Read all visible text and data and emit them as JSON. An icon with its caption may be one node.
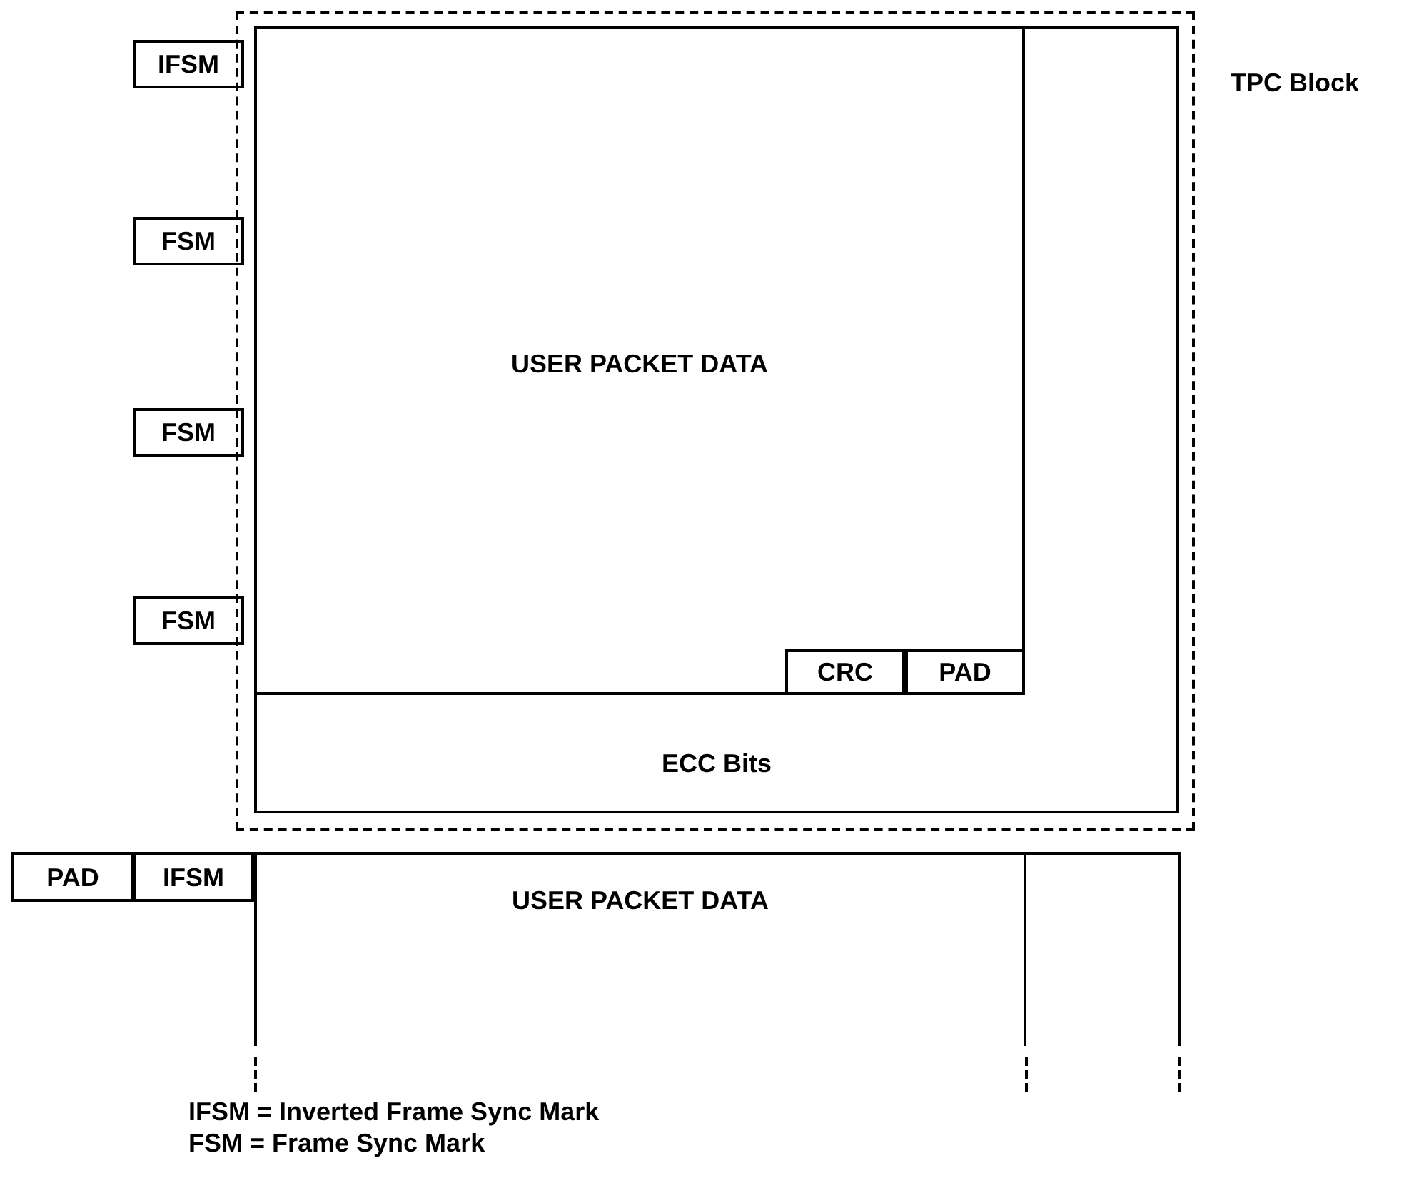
{
  "diagram": {
    "nodes": [
      {
        "text": [
          "TPC Block"
        ]
      },
      {
        "text": [
          "IFSM"
        ]
      },
      {
        "text": [
          "ECC Bits"
        ],
        "in": 0
      },
      {
        "text": [
          "USER PACKET DATA"
        ],
        "in": 2
      },
      {
        "text": [
          "CRC"
        ],
        "in": 3
      },
      {
        "text": [
          "PAD"
        ],
        "in": 3
      },
      {
        "text": [
          "FSM"
        ]
      },
      {
        "text": [
          "FSM"
        ]
      },
      {
        "text": [
          "FSM"
        ]
      },
      {
        "text": [
          "PAD"
        ]
      },
      {
        "text": [
          "IFSM"
        ]
      },
      {
        "text": [
          "USER PACKET DATA"
        ]
      },
      {
        "text": [],
        "shape": "box"
      }
    ],
    "labels": [
      "IFSM = Inverted Frame Sync Mark",
      "FSM = Frame Sync Mark"
    ]
  }
}
